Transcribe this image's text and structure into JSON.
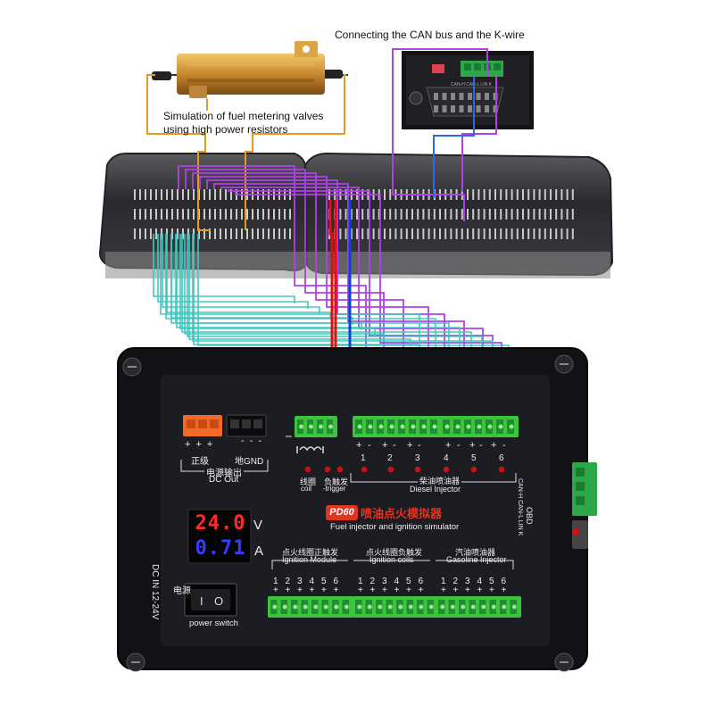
{
  "annotations": {
    "can_bus": "Connecting the CAN bus and the K-wire",
    "resistor_line1": "Simulation of fuel metering valves",
    "resistor_line2": "using high power resistors"
  },
  "device": {
    "model": "PD60",
    "title_cn": "喷油点火模拟器",
    "subtitle": "Fuel injector and ignition simulator",
    "dc_out": {
      "plus_labels": [
        "+",
        "+",
        "+"
      ],
      "positive_cn": "正级",
      "gnd_cn": "地GND",
      "label_cn": "电源输出",
      "label_en": "DC Out"
    },
    "coil": {
      "cn": "线圈",
      "en": "coil"
    },
    "trigger": {
      "cn": "负触发",
      "en": "-trigger"
    },
    "diesel": {
      "cn": "柴油喷油器",
      "en": "Diesel Injector",
      "polarity": [
        "+",
        "-",
        "+",
        "-",
        "+",
        "-",
        "+",
        "-",
        "+",
        "-",
        "+",
        "-"
      ],
      "numbers": [
        "1",
        "2",
        "3",
        "4",
        "5",
        "6"
      ]
    },
    "dc_in": "DC IN 12-24V",
    "voltage_value": "24.0",
    "voltage_unit": "V",
    "current_value": "0.71",
    "current_unit": "A",
    "power": {
      "cn": "电源",
      "en": "power switch"
    },
    "ignition_module": {
      "cn": "点火线圈正触发",
      "en": "Ignition Module"
    },
    "ignition_coils": {
      "cn": "点火线圈负触发",
      "en": "Ignition coils"
    },
    "gasoline": {
      "cn": "汽油喷油器",
      "en": "Gasoline Injector"
    },
    "bottom_numbers": [
      "1",
      "2",
      "3",
      "4",
      "5",
      "6"
    ],
    "bottom_signs": [
      "+",
      "+",
      "+",
      "+",
      "+",
      "+"
    ],
    "obd": {
      "title": "OBD",
      "pins": "CAN-H CAN-L LIN K"
    }
  },
  "colors": {
    "device_body": "#1a1b1f",
    "terminal_green": "#3cc43c",
    "dc_orange": "#f26a2a",
    "wire_red": "#e01010",
    "wire_blue": "#1040d0",
    "wire_purple": "#b040e8",
    "wire_cyan": "#40c8c0",
    "wire_orange": "#e89a20",
    "display_red": "#ff2a2a",
    "display_blue": "#3a3aff",
    "led_red": "#d01010"
  },
  "icons": [
    "resistor-image",
    "ecu-connector",
    "can-connector",
    "coil-symbol-icon",
    "power-rocker-switch",
    "mounting-screw-icon"
  ]
}
